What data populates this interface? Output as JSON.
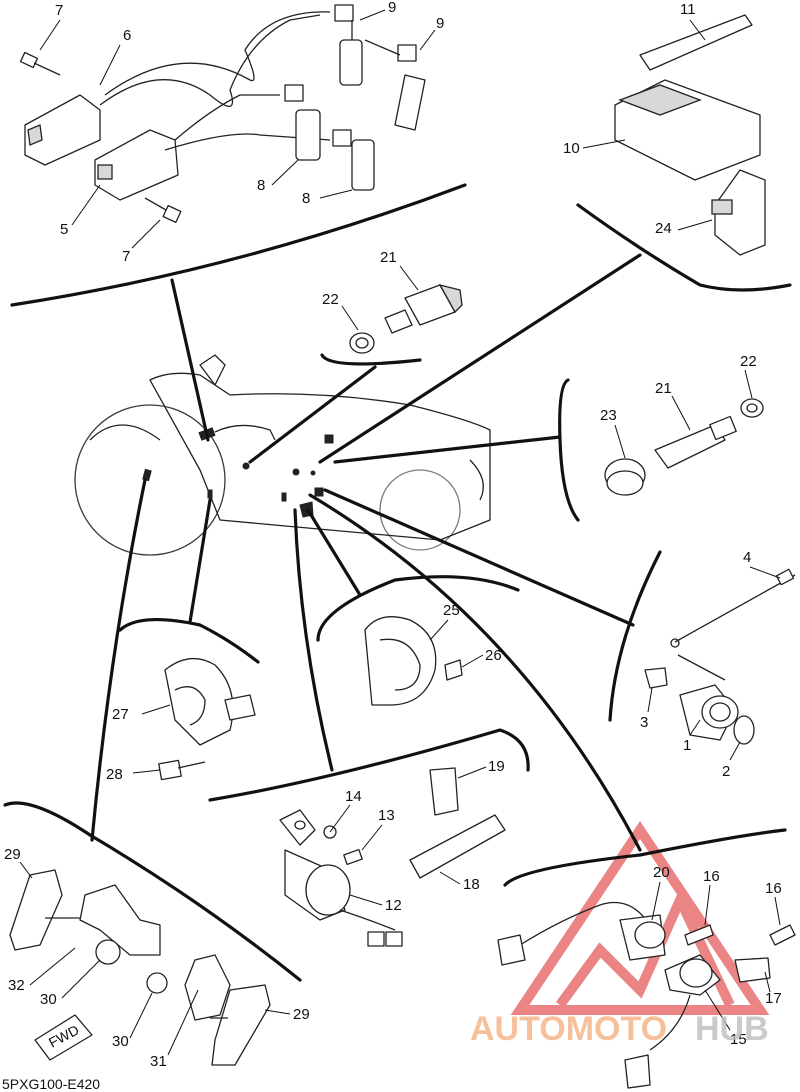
{
  "diagram": {
    "code": "5PXG100-E420",
    "fwd_label": "FWD",
    "watermark": {
      "left": "AUTOMOTO",
      "right": "HUB",
      "left_color": "#f4b183",
      "right_color": "#c9c9c9",
      "triangle_color": "#e87070"
    },
    "part_numbers": [
      "7",
      "9",
      "9",
      "6",
      "11",
      "10",
      "24",
      "8",
      "8",
      "5",
      "7",
      "21",
      "22",
      "21",
      "22",
      "23",
      "4",
      "25",
      "26",
      "27",
      "3",
      "1",
      "2",
      "28",
      "19",
      "14",
      "13",
      "12",
      "18",
      "29",
      "20",
      "16",
      "16",
      "17",
      "15",
      "32",
      "30",
      "30",
      "31",
      "29"
    ]
  }
}
